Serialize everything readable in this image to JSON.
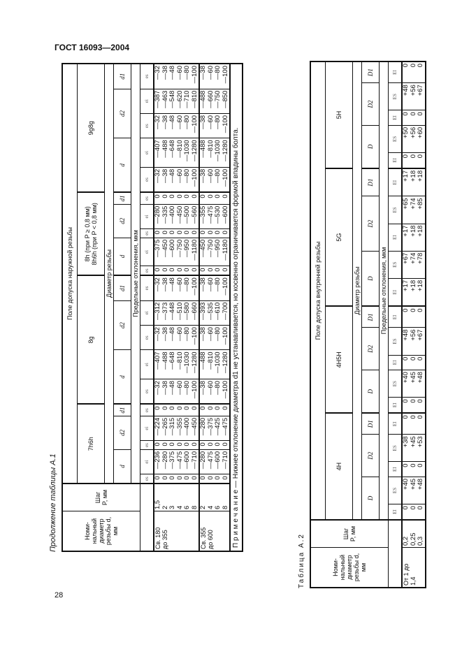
{
  "header": {
    "doc_title": "ГОСТ 16093—2004"
  },
  "page_number": "28",
  "table_a1": {
    "caption": "Продолжение таблицы А.1",
    "head": {
      "col_nominal": "Номи-\nнальный\nдиаметр\nрезьбы d,\nмм",
      "col_pitch": "Шаг\nP, мм",
      "group_title": "Поле допуска наружной резьбы",
      "diameter_title": "Диаметр резьбы",
      "deviation_title": "Предельные отклонения, мкм",
      "fields": [
        "7h6h",
        "8g",
        "8h (при P ≥ 0,8 мм)\n8h6h (при P < 0,8 мм)",
        "9g8g"
      ],
      "diam_labels": [
        "d",
        "d2",
        "d1"
      ],
      "dev_labels": [
        "es",
        "ei",
        "es",
        "ei",
        "es"
      ]
    },
    "rows": [
      {
        "nominal": "Св. 180\nдо 355",
        "pitch": "1,5\n2\n3\n4\n6\n8",
        "values": [
          "0\n0\n0\n0\n0\n0",
          "—236\n—280\n—375\n—475\n—600\n—710",
          "0\n0\n0\n0\n0\n0",
          "—224\n—265\n—315\n—355\n—400\n—450",
          "0\n0\n0\n0\n0\n0",
          "—32\n—38\n—48\n—60\n—80\n—100",
          "—407\n—488\n—648\n—810\n—1030\n—1280",
          "—32\n—38\n—48\n—60\n—80\n—100",
          "—312\n—373\n—448\n—510\n—580\n—660",
          "—32\n—38\n—48\n—60\n—80\n—100",
          "0\n0\n0\n0\n0\n0",
          "—375\n—450\n—600\n—750\n—950\n—1180",
          "0\n0\n0\n0\n0\n0",
          "—280\n—335\n—400\n—450\n—500\n—560",
          "0\n0\n0\n0\n0\n0",
          "—32\n—38\n—48\n—60\n—80\n—100",
          "—407\n—488\n—648\n—810\n—1030\n—1280",
          "—32\n—38\n—48\n—60\n—80\n—100",
          "—387\n—463\n—548\n—620\n—710\n—810",
          "—32\n—38\n—48\n—60\n—80\n—100"
        ]
      },
      {
        "nominal": "Св. 355\nдо 600",
        "pitch": "2\n4\n6\n8",
        "values": [
          "0\n0\n0\n0",
          "—280\n—475\n—600\n—710",
          "0\n0\n0\n0",
          "—280\n—375\n—425\n—475",
          "0\n0\n0\n0",
          "—38\n—60\n—80\n—100",
          "—488\n—810\n—1030\n—1280",
          "—38\n—60\n—80\n—100",
          "—393\n—535\n—610\n—700",
          "—38\n—60\n—80\n—100",
          "0\n0\n0\n0",
          "—450\n—750\n—950\n—1180",
          "0\n0\n0\n0",
          "—355\n—475\n—530\n—600",
          "0\n0\n0\n0",
          "—38\n—60\n—80\n—100",
          "—488\n—810\n—1030\n—1280",
          "—38\n—60\n—80\n—100",
          "—488\n—660\n—750\n—850",
          "—38\n—60\n—80\n—100"
        ]
      }
    ],
    "note": "П р и м е ч а н и е — Нижнее отклонение диаметра d1 не устанавливается, но косвенно ограничивается формой впадины болта."
  },
  "table_a2": {
    "caption": "Таблица А.2",
    "head": {
      "col_nominal": "Номи-\nнальный\nдиаметр\nрезьбы d,\nмм",
      "col_pitch": "Шаг\nP, мм",
      "group_title": "Поле допуска внутренней резьбы",
      "diameter_title": "Диаметр резьбы",
      "deviation_title": "Предельные отклонения, мкм",
      "fields": [
        "4H",
        "4H5H",
        "5G",
        "5H"
      ],
      "diam_labels": [
        "D",
        "D2",
        "D1"
      ],
      "dev_labels": [
        "EI",
        "ES",
        "EI",
        "ES",
        "EI"
      ]
    },
    "rows": [
      {
        "nominal": "От 1 до\n1,4",
        "pitch": "0,2\n0,25\n0,3",
        "values": [
          "0\n0\n0",
          "+40\n+45\n+48",
          "0\n0\n0",
          "+38\n+45\n+53",
          "0\n0\n0",
          "0\n0\n0",
          "+40\n+45\n+48",
          "0\n0\n0",
          "+48\n+56\n+67",
          "0\n0\n0",
          "+17\n+18\n+18",
          "+67\n+74\n+78",
          "+17\n+18\n+18",
          "+65\n+74\n+85",
          "+17\n+18\n+18",
          "0\n0\n0",
          "+50\n+56\n+60",
          "0\n0\n0",
          "+48\n+56\n+67",
          "0\n0\n0"
        ]
      }
    ]
  }
}
